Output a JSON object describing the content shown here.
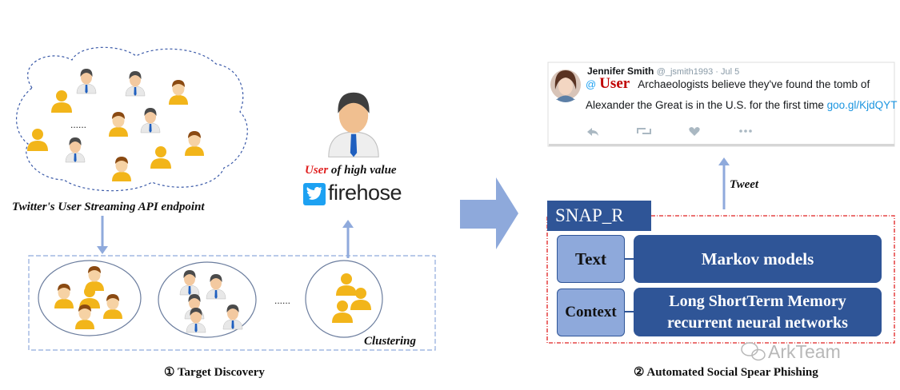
{
  "left": {
    "cloud_ellipsis": "......",
    "cloud_caption": "Twitter's User Streaming API endpoint",
    "clusters_ellipsis": "......",
    "clustering_label": "Clustering",
    "high_value_prefix": "User",
    "high_value_suffix": " of high value",
    "firehose_text": "firehose",
    "section_caption": "①  Target Discovery"
  },
  "right": {
    "tweet": {
      "author": "Jennifer Smith",
      "handle_date": "@_jsmith1993 · Jul 5",
      "at_sign": "@",
      "mention": "User",
      "line1": "Archaeologists believe they've found the tomb of",
      "line2_text": "Alexander the Great is in the U.S. for the first time ",
      "link": "goo.gl/KjdQYT"
    },
    "tweet_arrow_label": "Tweet",
    "snap_title": "SNAP_R",
    "text_label": "Text",
    "markov_label": "Markov models",
    "context_label": "Context",
    "lstm_line1": "Long ShortTerm Memory",
    "lstm_line2": "recurrent neural networks",
    "section_caption": "②  Automated Social Spear Phishing",
    "watermark": "ArkTeam"
  },
  "colors": {
    "user_gold": "#f2b51a",
    "suit_gray": "#5a5a5a",
    "dark_blue": "#2f5597",
    "lavender": "#8ea9db",
    "arrow_blue": "#8faadc",
    "red_dash": "#e02020",
    "twitter_blue": "#1da1f2"
  }
}
